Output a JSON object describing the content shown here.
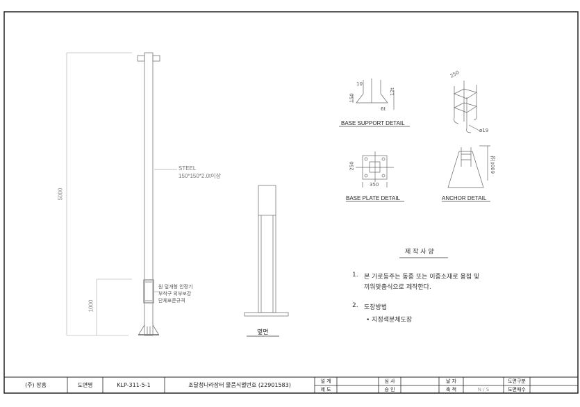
{
  "drawing": {
    "pole_dimension_total": "5000",
    "pole_dimension_door": "1000",
    "steel_label": "STEEL",
    "steel_spec": "150*150*2.0t이상",
    "door_note": [
      "원 덮개형 안정기",
      "부착구 외부보강",
      "단체표준규격"
    ],
    "side_view_label": "옆면",
    "details": {
      "base_support": {
        "title": "BASE SUPPORT DETAIL",
        "dims": [
          "10",
          "150",
          "12t",
          "6t"
        ]
      },
      "anchor_top": {
        "dims": [
          "250",
          "ø19"
        ]
      },
      "base_plate": {
        "title": "BASE PLATE DETAIL",
        "dims": [
          "250",
          "350"
        ]
      },
      "anchor": {
        "title": "ANCHOR DETAIL",
        "dims": [
          "600이상"
        ]
      }
    }
  },
  "spec": {
    "title": "제 작 사 양",
    "item1_num": "1.",
    "item1_line1": "본 가로등주는 동종 또는 이종소재로 용접 및",
    "item1_line2": "끼워맞춤식으로 제작한다.",
    "item2_num": "2.",
    "item2_title": "도장방법",
    "item2_bullet": "• 지정색분체도장"
  },
  "title_block": {
    "company": "(주) 장흥",
    "drawing_name_label": "도면명",
    "drawing_code": "KLP-311-5-1",
    "drawing_title": "조달청나라장터 물품식별번호 (22901583)",
    "design": "설  계",
    "draft": "제  도",
    "review": "심  사",
    "approve": "승  인",
    "date": "날  자",
    "scale": "축  척",
    "scale_value": "N / S",
    "category": "도면구분",
    "sheets": "도면매수"
  }
}
